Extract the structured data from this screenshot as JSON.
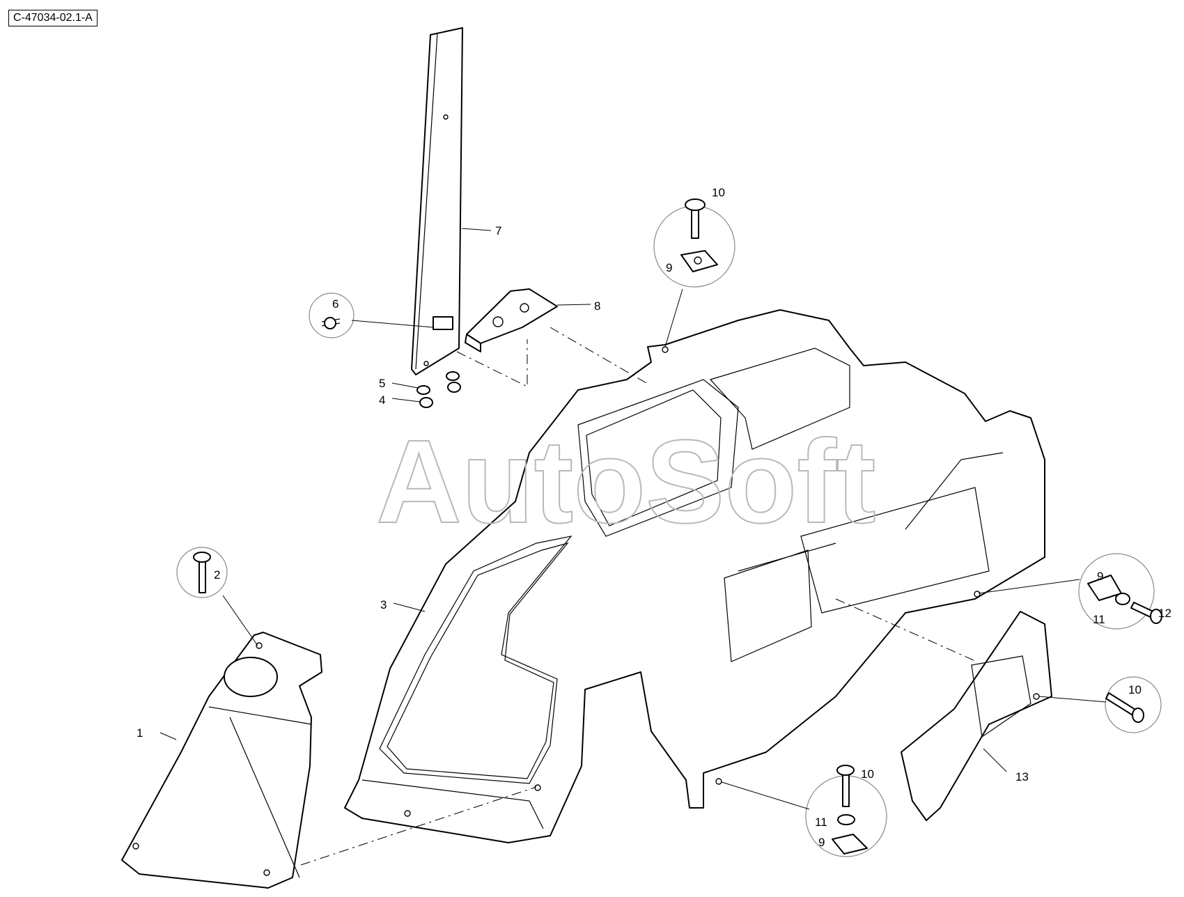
{
  "drawing_ref": "C-47034-02.1-A",
  "watermark": "AutoSoft",
  "callouts": {
    "c1": "1",
    "c2": "2",
    "c3": "3",
    "c4": "4",
    "c5": "5",
    "c6": "6",
    "c7": "7",
    "c8": "8",
    "c9a": "9",
    "c9b": "9",
    "c9c": "9",
    "c10a": "10",
    "c10b": "10",
    "c10c": "10",
    "c11a": "11",
    "c11b": "11",
    "c12": "12",
    "c13": "13"
  }
}
